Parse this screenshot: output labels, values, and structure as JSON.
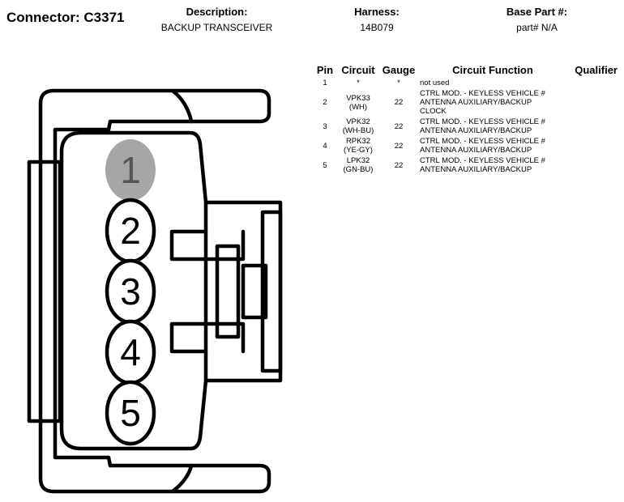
{
  "header": {
    "connector": "Connector: C3371",
    "description_label": "Description:",
    "description_value": "BACKUP TRANSCEIVER",
    "harness_label": "Harness:",
    "harness_value": "14B079",
    "base_part_label": "Base Part #:",
    "base_part_value": "part# N/A"
  },
  "table": {
    "headers": [
      "Pin",
      "Circuit",
      "Gauge",
      "Circuit Function",
      "Qualifier"
    ],
    "rows": [
      {
        "pin": "1",
        "circuit": "*",
        "gauge": "*",
        "function": "not used"
      },
      {
        "pin": "2",
        "circuit": "VPK33\n(WH)",
        "gauge": "22",
        "function": "CTRL MOD. - KEYLESS VEHICLE #\nANTENNA AUXILIARY/BACKUP\nCLOCK"
      },
      {
        "pin": "3",
        "circuit": "VPK32\n(WH-BU)",
        "gauge": "22",
        "function": "CTRL MOD. - KEYLESS VEHICLE #\nANTENNA AUXILIARY/BACKUP"
      },
      {
        "pin": "4",
        "circuit": "RPK32\n(YE-GY)",
        "gauge": "22",
        "function": "CTRL MOD. - KEYLESS VEHICLE #\nANTENNA AUXILIARY/BACKUP"
      },
      {
        "pin": "5",
        "circuit": "LPK32\n(GN-BU)",
        "gauge": "22",
        "function": "CTRL MOD. - KEYLESS VEHICLE #\nANTENNA AUXILIARY/BACKUP"
      }
    ]
  },
  "diagram": {
    "pins": [
      "1",
      "2",
      "3",
      "4",
      "5"
    ],
    "unused_pin_fill": "#a6a6a6",
    "pin_fill": "#ffffff"
  }
}
